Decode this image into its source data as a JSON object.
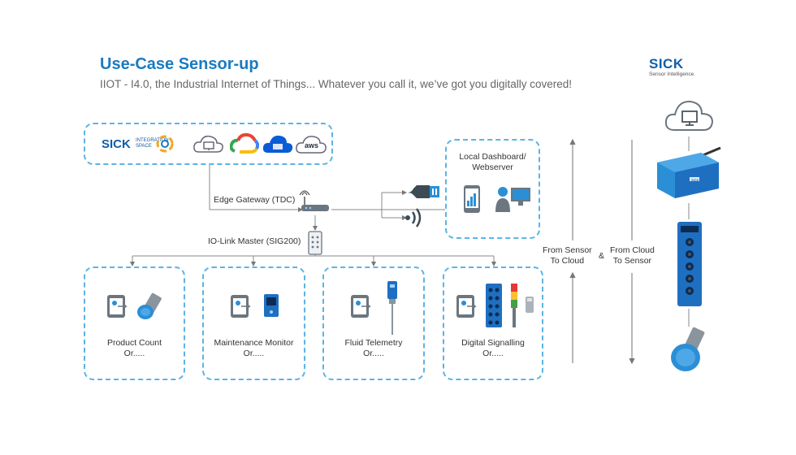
{
  "header": {
    "title": "Use-Case Sensor-up",
    "subtitle": "IIOT - I4.0, the Industrial Internet of Things... Whatever you call it, we’ve got you digitally covered!"
  },
  "brand": {
    "logo_text": "SICK",
    "logo_tagline": "Sensor Intelligence.",
    "integration_space_logo": "SICK",
    "integration_space_line1": "INTEGRATION",
    "integration_space_line2": "SPACE",
    "aws_label": "aws",
    "primary_color": "#1a7bbf",
    "dashed_color": "#5ab4e5"
  },
  "cloud_services": [
    "monitor-cloud-icon",
    "google-cloud-icon",
    "azure-cloud-icon",
    "aws-cloud-icon"
  ],
  "network": {
    "edge_gateway_label": "Edge Gateway (TDC)",
    "io_link_master_label": "IO-Link Master (SIG200)"
  },
  "dashboard": {
    "label_line1": "Local Dashboard/",
    "label_line2": "Webserver"
  },
  "use_cases": [
    {
      "label": "Product Count",
      "sub": "Or....."
    },
    {
      "label": "Maintenance Monitor",
      "sub": "Or....."
    },
    {
      "label": "Fluid Telemetry",
      "sub": "Or....."
    },
    {
      "label": "Digital Signalling",
      "sub": "Or....."
    }
  ],
  "flow": {
    "sensor_to_cloud_line1": "From Sensor",
    "sensor_to_cloud_line2": "To Cloud",
    "ampersand": "&",
    "cloud_to_sensor_line1": "From Cloud",
    "cloud_to_sensor_line2": "To Sensor"
  },
  "device_stack_label": "SICK"
}
